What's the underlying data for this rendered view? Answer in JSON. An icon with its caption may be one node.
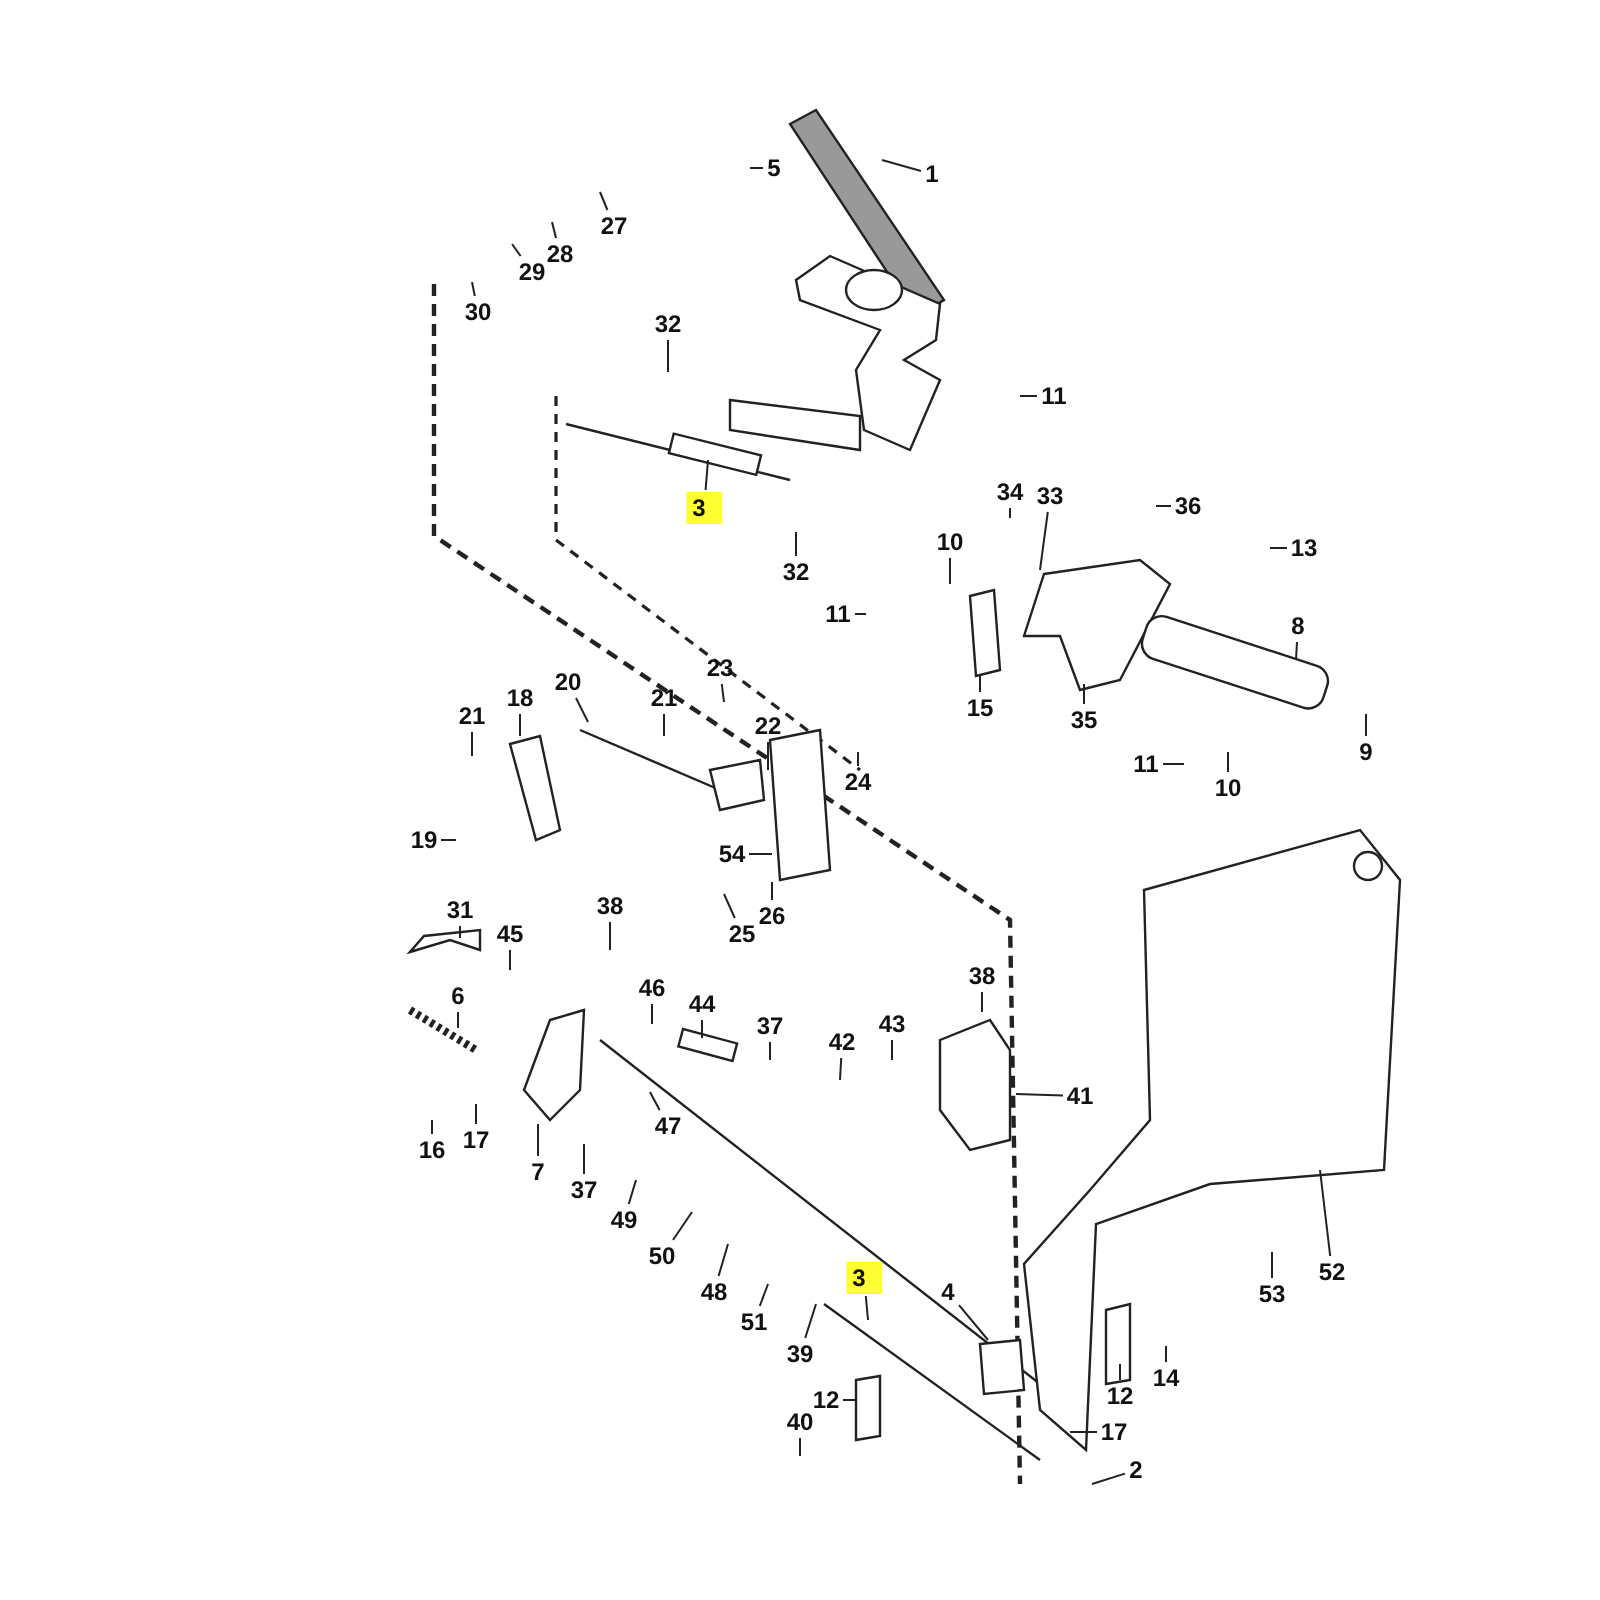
{
  "diagram": {
    "nodes": [
      {
        "text": [
          "1"
        ]
      },
      {
        "text": [
          "5"
        ]
      },
      {
        "text": [
          "27"
        ]
      },
      {
        "text": [
          "28"
        ]
      },
      {
        "text": [
          "29"
        ]
      },
      {
        "text": [
          "30"
        ]
      },
      {
        "text": [
          "32"
        ]
      },
      {
        "text": [
          "3"
        ]
      },
      {
        "text": [
          "32"
        ]
      },
      {
        "text": [
          "11"
        ]
      },
      {
        "text": [
          "34"
        ]
      },
      {
        "text": [
          "33"
        ]
      },
      {
        "text": [
          "36"
        ]
      },
      {
        "text": [
          "13"
        ]
      },
      {
        "text": [
          "10"
        ]
      },
      {
        "text": [
          "11"
        ]
      },
      {
        "text": [
          "8"
        ]
      },
      {
        "text": [
          "15"
        ]
      },
      {
        "text": [
          "35"
        ]
      },
      {
        "text": [
          "9"
        ]
      },
      {
        "text": [
          "11"
        ]
      },
      {
        "text": [
          "10"
        ]
      },
      {
        "text": [
          "21"
        ]
      },
      {
        "text": [
          "18"
        ]
      },
      {
        "text": [
          "20"
        ]
      },
      {
        "text": [
          "21"
        ]
      },
      {
        "text": [
          "23"
        ]
      },
      {
        "text": [
          "22"
        ]
      },
      {
        "text": [
          "24"
        ]
      },
      {
        "text": [
          "19"
        ]
      },
      {
        "text": [
          "54"
        ]
      },
      {
        "text": [
          "25"
        ]
      },
      {
        "text": [
          "26"
        ]
      },
      {
        "text": [
          "31"
        ]
      },
      {
        "text": [
          "45"
        ]
      },
      {
        "text": [
          "38"
        ]
      },
      {
        "text": [
          "6"
        ]
      },
      {
        "text": [
          "46"
        ]
      },
      {
        "text": [
          "44"
        ]
      },
      {
        "text": [
          "37"
        ]
      },
      {
        "text": [
          "42"
        ]
      },
      {
        "text": [
          "43"
        ]
      },
      {
        "text": [
          "38"
        ]
      },
      {
        "text": [
          "41"
        ]
      },
      {
        "text": [
          "16"
        ]
      },
      {
        "text": [
          "17"
        ]
      },
      {
        "text": [
          "7"
        ]
      },
      {
        "text": [
          "37"
        ]
      },
      {
        "text": [
          "47"
        ]
      },
      {
        "text": [
          "49"
        ]
      },
      {
        "text": [
          "50"
        ]
      },
      {
        "text": [
          "48"
        ]
      },
      {
        "text": [
          "51"
        ]
      },
      {
        "text": [
          "39"
        ]
      },
      {
        "text": [
          "3"
        ]
      },
      {
        "text": [
          "4"
        ]
      },
      {
        "text": [
          "52"
        ]
      },
      {
        "text": [
          "53"
        ]
      },
      {
        "text": [
          "12"
        ]
      },
      {
        "text": [
          "14"
        ]
      },
      {
        "text": [
          "12"
        ]
      },
      {
        "text": [
          "40"
        ]
      },
      {
        "text": [
          "17"
        ]
      },
      {
        "text": [
          "2"
        ]
      }
    ],
    "edges": [
      {
        "from": 0,
        "to": null,
        "arrow": "none"
      },
      {
        "from": 1,
        "to": null,
        "arrow": "none"
      },
      {
        "from": 2,
        "to": null,
        "arrow": "none"
      },
      {
        "from": 3,
        "to": null,
        "arrow": "none"
      },
      {
        "from": 4,
        "to": null,
        "arrow": "none"
      },
      {
        "from": 5,
        "to": null,
        "arrow": "none"
      },
      {
        "from": 6,
        "to": null,
        "arrow": "none"
      },
      {
        "from": 7,
        "to": null,
        "arrow": "none"
      },
      {
        "from": 8,
        "to": null,
        "arrow": "none"
      },
      {
        "from": 9,
        "to": null,
        "arrow": "none"
      },
      {
        "from": 10,
        "to": null,
        "arrow": "none"
      },
      {
        "from": 11,
        "to": null,
        "arrow": "none"
      },
      {
        "from": 12,
        "to": null,
        "arrow": "none"
      },
      {
        "from": 13,
        "to": null,
        "arrow": "none"
      },
      {
        "from": 14,
        "to": null,
        "arrow": "none"
      },
      {
        "from": 15,
        "to": null,
        "arrow": "none"
      },
      {
        "from": 16,
        "to": null,
        "arrow": "none"
      },
      {
        "from": 17,
        "to": null,
        "arrow": "none"
      },
      {
        "from": 18,
        "to": null,
        "arrow": "none"
      },
      {
        "from": 19,
        "to": null,
        "arrow": "none"
      },
      {
        "from": 20,
        "to": null,
        "arrow": "none"
      },
      {
        "from": 21,
        "to": null,
        "arrow": "none"
      },
      {
        "from": 22,
        "to": null,
        "arrow": "none"
      },
      {
        "from": 23,
        "to": null,
        "arrow": "none"
      },
      {
        "from": 24,
        "to": null,
        "arrow": "none"
      },
      {
        "from": 25,
        "to": null,
        "arrow": "none"
      },
      {
        "from": 26,
        "to": null,
        "arrow": "none"
      },
      {
        "from": 27,
        "to": null,
        "arrow": "none"
      },
      {
        "from": 28,
        "to": null,
        "arrow": "none"
      },
      {
        "from": 29,
        "to": null,
        "arrow": "none"
      },
      {
        "from": 30,
        "to": null,
        "arrow": "none"
      },
      {
        "from": 31,
        "to": null,
        "arrow": "none"
      },
      {
        "from": 32,
        "to": null,
        "arrow": "none"
      },
      {
        "from": 33,
        "to": null,
        "arrow": "none"
      },
      {
        "from": 34,
        "to": null,
        "arrow": "none"
      },
      {
        "from": 35,
        "to": null,
        "arrow": "none"
      },
      {
        "from": 36,
        "to": null,
        "arrow": "none"
      },
      {
        "from": 37,
        "to": null,
        "arrow": "none"
      },
      {
        "from": 38,
        "to": null,
        "arrow": "none"
      },
      {
        "from": 39,
        "to": null,
        "arrow": "none"
      },
      {
        "from": 40,
        "to": null,
        "arrow": "none"
      },
      {
        "from": 41,
        "to": null,
        "arrow": "none"
      },
      {
        "from": 42,
        "to": null,
        "arrow": "none"
      },
      {
        "from": 43,
        "to": null,
        "arrow": "none"
      },
      {
        "from": 44,
        "to": null,
        "arrow": "none"
      },
      {
        "from": 45,
        "to": null,
        "arrow": "none"
      },
      {
        "from": 46,
        "to": null,
        "arrow": "none"
      },
      {
        "from": 47,
        "to": null,
        "arrow": "none"
      },
      {
        "from": 48,
        "to": null,
        "arrow": "none"
      },
      {
        "from": 49,
        "to": null,
        "arrow": "none"
      },
      {
        "from": 50,
        "to": null,
        "arrow": "none"
      },
      {
        "from": 51,
        "to": null,
        "arrow": "none"
      },
      {
        "from": 52,
        "to": null,
        "arrow": "none"
      },
      {
        "from": 53,
        "to": null,
        "arrow": "none"
      },
      {
        "from": 54,
        "to": null,
        "arrow": "none"
      },
      {
        "from": 55,
        "to": null,
        "arrow": "none"
      },
      {
        "from": 56,
        "to": null,
        "arrow": "none"
      },
      {
        "from": 57,
        "to": null,
        "arrow": "none"
      },
      {
        "from": 58,
        "to": null,
        "arrow": "none"
      },
      {
        "from": 59,
        "to": null,
        "arrow": "none"
      },
      {
        "from": 60,
        "to": null,
        "arrow": "none"
      },
      {
        "from": 61,
        "to": null,
        "arrow": "none"
      },
      {
        "from": 62,
        "to": null,
        "arrow": "none"
      },
      {
        "from": 63,
        "to": null,
        "arrow": "none"
      }
    ]
  }
}
